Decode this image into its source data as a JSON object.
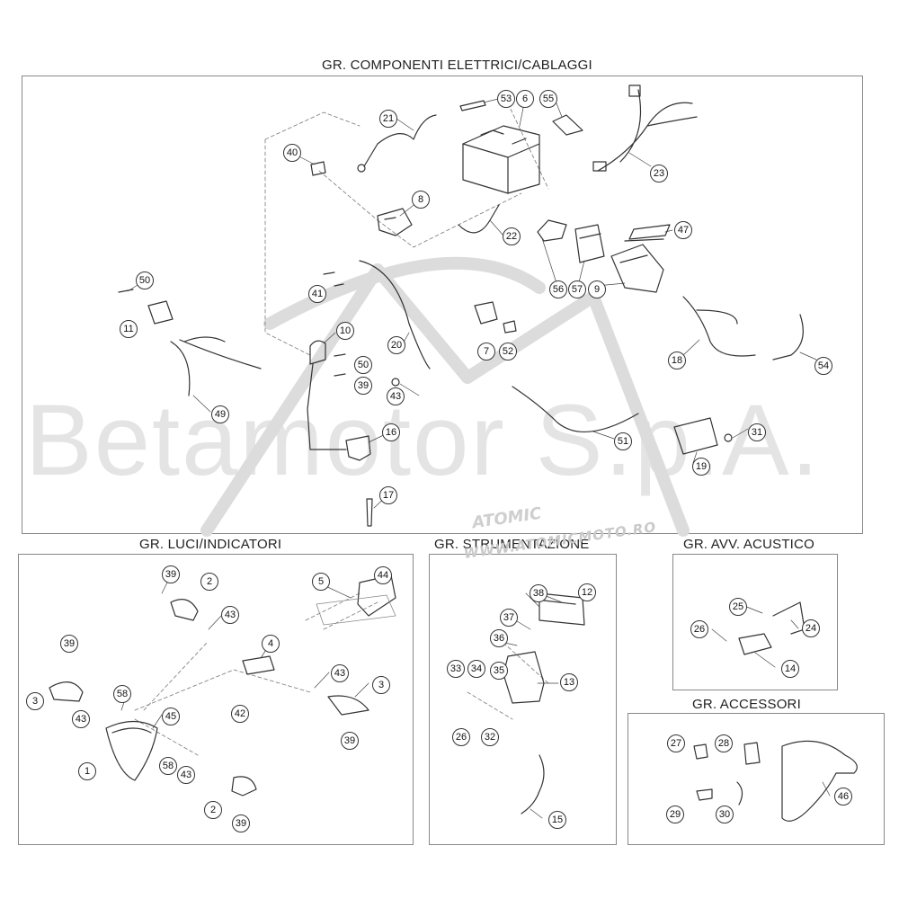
{
  "sections": {
    "electrical": {
      "title": "GR. COMPONENTI ELETTRICI/CABLAGGI"
    },
    "lights": {
      "title": "GR. LUCI/INDICATORI"
    },
    "instruments": {
      "title": "GR. STRUMENTAZIONE"
    },
    "horn": {
      "title": "GR. AVV. ACUSTICO"
    },
    "accessories": {
      "title": "GR. ACCESSORI"
    }
  },
  "watermark": {
    "company": "Betamotor S.p.A.",
    "brand": "ATOMIC",
    "site": "WWW.ATOMICMOTO.RO"
  },
  "callouts": {
    "electrical": [
      "53",
      "6",
      "55",
      "21",
      "40",
      "23",
      "8",
      "22",
      "47",
      "50",
      "41",
      "56",
      "57",
      "9",
      "11",
      "10",
      "7",
      "52",
      "18",
      "54",
      "50",
      "20",
      "39",
      "43",
      "49",
      "31",
      "16",
      "51",
      "19",
      "17"
    ],
    "lights": [
      "39",
      "2",
      "44",
      "5",
      "43",
      "4",
      "39",
      "43",
      "3",
      "3",
      "58",
      "45",
      "43",
      "42",
      "39",
      "1",
      "58",
      "43",
      "2",
      "39"
    ],
    "instruments": [
      "12",
      "38",
      "37",
      "36",
      "33",
      "34",
      "35",
      "13",
      "26",
      "32",
      "15"
    ],
    "horn": [
      "25",
      "24",
      "26",
      "14"
    ],
    "accessories": [
      "27",
      "28",
      "46",
      "29",
      "30"
    ]
  },
  "colors": {
    "line": "#333333",
    "panel_border": "#888888",
    "watermark": "#e4e4e4"
  }
}
